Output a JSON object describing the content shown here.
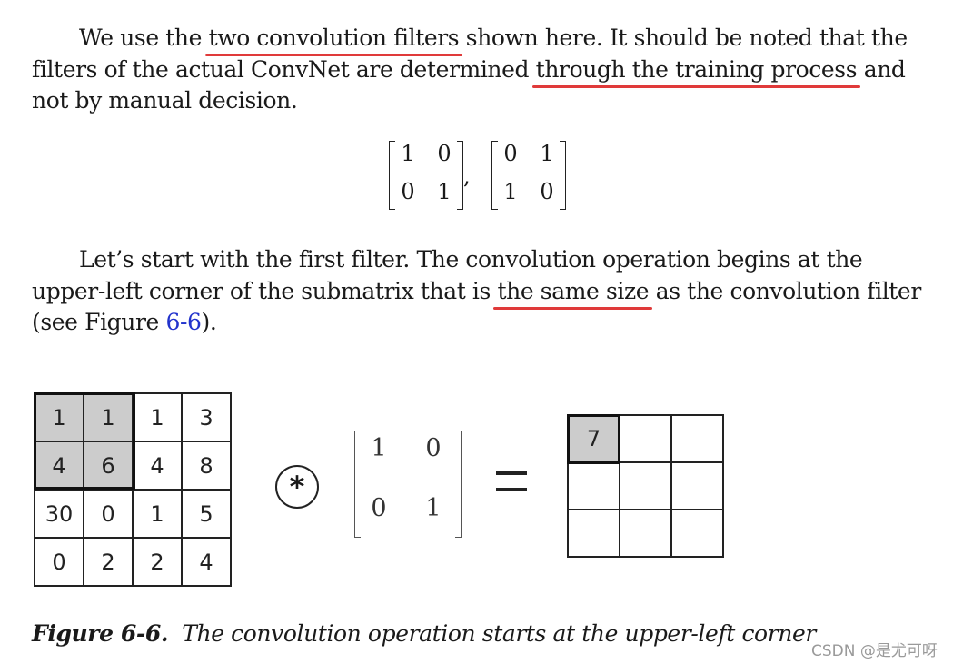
{
  "paragraph1": {
    "t1": "We use the ",
    "u1": "two convolution filters",
    "t2": " shown here. It should be noted that the filters of the actual ConvNet are determined ",
    "u2": "through the training process",
    "t3": " and not by manual decision."
  },
  "filters": {
    "filter1": {
      "r0c0": "1",
      "r0c1": "0",
      "r1c0": "0",
      "r1c1": "1"
    },
    "comma": ",",
    "filter2": {
      "r0c0": "0",
      "r0c1": "1",
      "r1c0": "1",
      "r1c1": "0"
    }
  },
  "paragraph2": {
    "t1": "Let’s start with the first filter. The convolution operation begins at the upper-left corner of the submatrix that is ",
    "u1": "the same size",
    "t2": " as the convolution filter (see Figure ",
    "ref": "6-6",
    "t3": ")."
  },
  "figure": {
    "input_rows": [
      [
        "1",
        "1",
        "1",
        "3"
      ],
      [
        "4",
        "6",
        "4",
        "8"
      ],
      [
        "30",
        "0",
        "1",
        "5"
      ],
      [
        "0",
        "2",
        "2",
        "4"
      ]
    ],
    "operator_symbol": "*",
    "filter": {
      "r0c0": "1",
      "r0c1": "0",
      "r1c0": "0",
      "r1c1": "1"
    },
    "output_first": "7"
  },
  "caption": {
    "label": "Figure 6-6.",
    "text": "The convolution operation starts at the upper-left corner"
  },
  "watermark": "CSDN @是尤可呀"
}
